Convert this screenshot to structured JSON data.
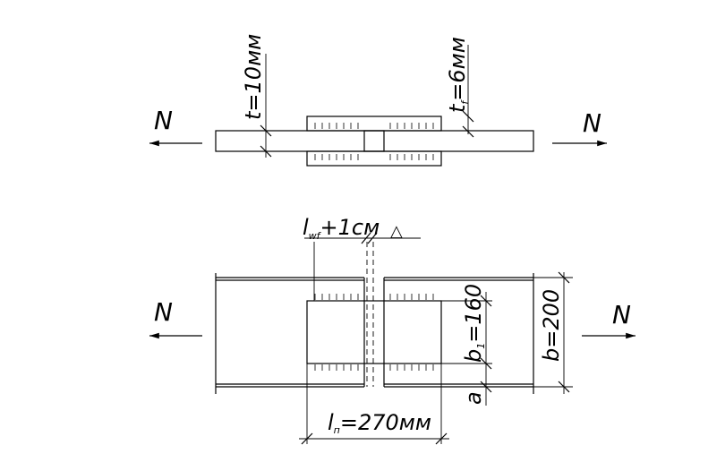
{
  "labels": {
    "force": "N",
    "t_var": "t",
    "t_val": "=10мм",
    "tf_var": "t",
    "tf_sub": "f",
    "tf_val": "=6мм",
    "lwf_var": "l",
    "lwf_sub": "wf",
    "lwf_val": "+1см",
    "triangle": "△",
    "b1_var": "b",
    "b1_sub": "1",
    "b1_val": "=160",
    "b_val": "b=200",
    "a_label": "a",
    "ln_var": "l",
    "ln_sub": "п",
    "ln_val": "=270мм"
  }
}
